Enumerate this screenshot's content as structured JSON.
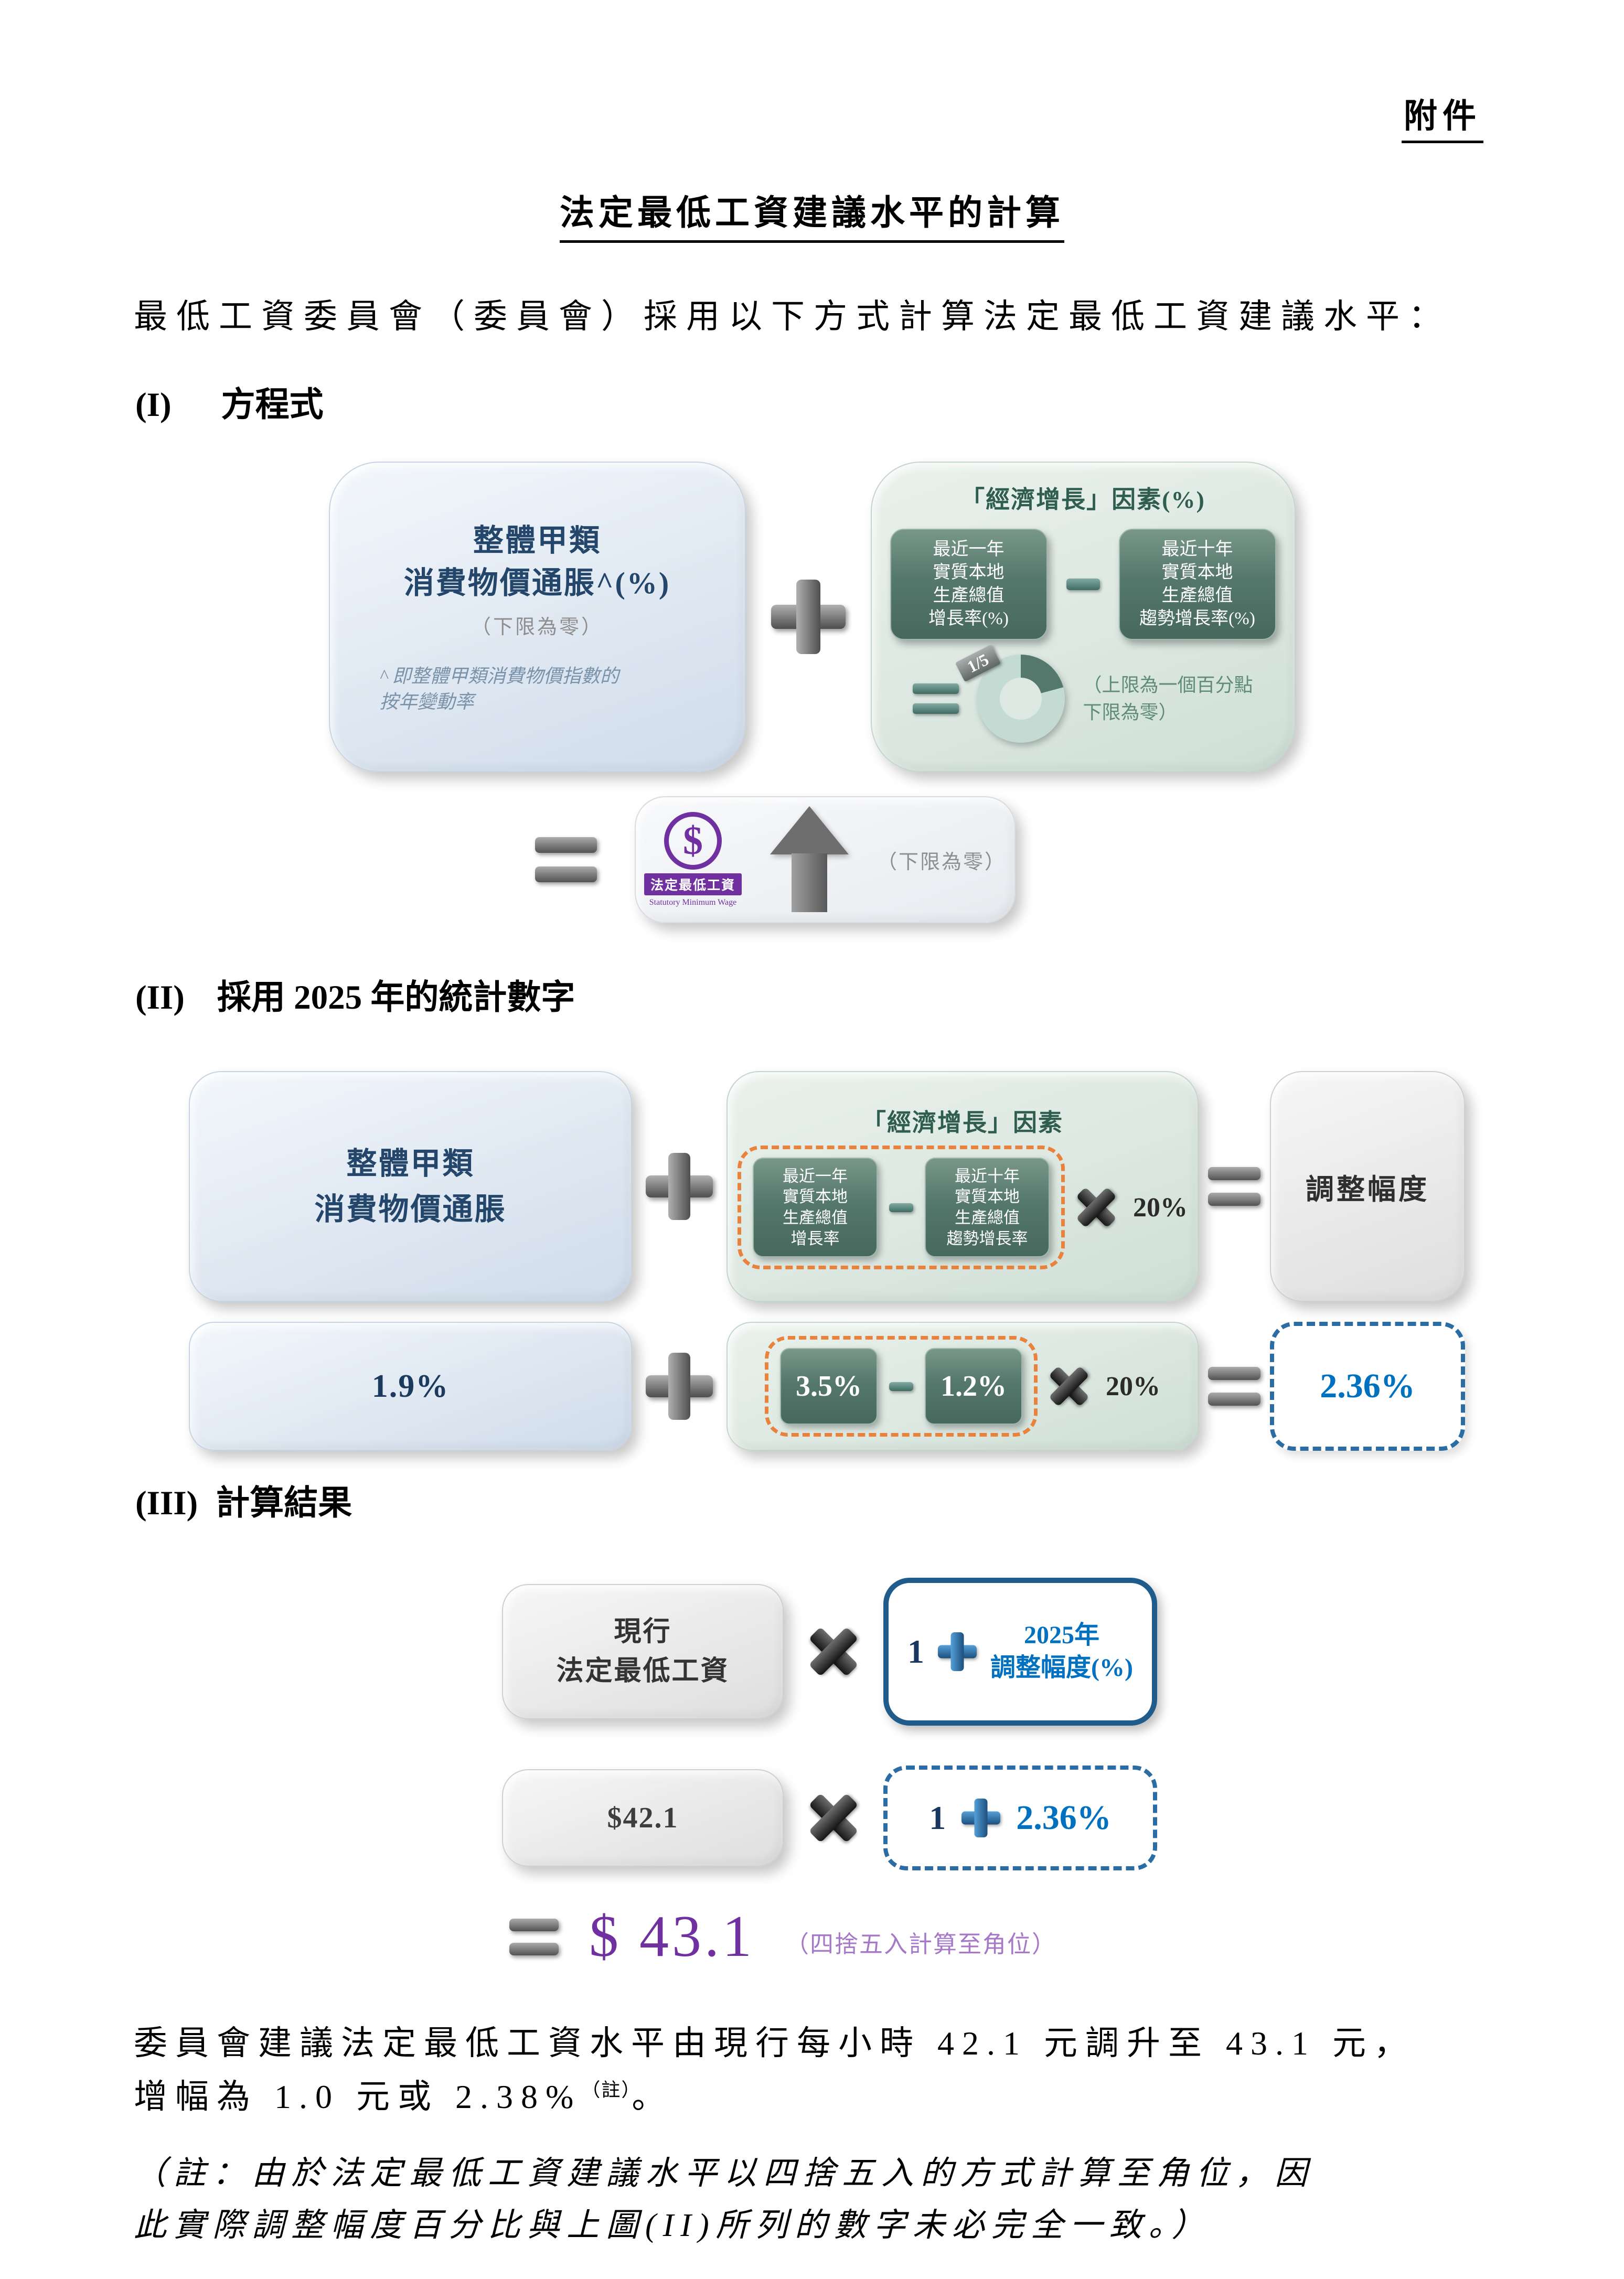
{
  "page": {
    "annex": "附件",
    "title": "法定最低工資建議水平的計算",
    "intro": "最低工資委員會（委員會）採用以下方式計算法定最低工資建議水平："
  },
  "sections": {
    "s1": {
      "num": "(I)",
      "title": "方程式"
    },
    "s2": {
      "num": "(II)",
      "title": "採用 2025 年的統計數字"
    },
    "s3": {
      "num": "(III)",
      "title": "計算結果"
    }
  },
  "d1": {
    "cpi": {
      "main": "整體甲類\n消費物價通脹^(%)",
      "floor": "（下限為零）",
      "footnote": "^ 即整體甲類消費物價指數的\n按年變動率"
    },
    "econ": {
      "title": "「經濟增長」因素(%)",
      "gdp1": "最近一年\n實質本地\n生產總值\n增長率(%)",
      "gdp2": "最近十年\n實質本地\n生產總值\n趨勢增長率(%)",
      "fraction": "1/5",
      "cap": "（上限為一個百分點\n下限為零）"
    },
    "result": {
      "dollar": "$",
      "label": "法定最低工資",
      "label_en": "Statutory Minimum Wage",
      "floor": "（下限為零）"
    }
  },
  "d2": {
    "row1": {
      "cpi": "整體甲類\n消費物價通脹",
      "econ_title": "「經濟增長」因素",
      "gdp1": "最近一年\n實質本地\n生產總值\n增長率",
      "gdp2": "最近十年\n實質本地\n生產總值\n趨勢增長率",
      "multiplier": "20%",
      "result": "調整幅度"
    },
    "row2": {
      "cpi": "1.9%",
      "gdp1": "3.5%",
      "gdp2": "1.2%",
      "multiplier": "20%",
      "result": "2.36%"
    }
  },
  "d3": {
    "row1": {
      "current": "現行\n法定最低工資",
      "one": "1",
      "adj": "2025年\n調整幅度(%)"
    },
    "row2": {
      "current": "$42.1",
      "one": "1",
      "adj": "2.36%"
    },
    "result": {
      "value": "$ 43.1",
      "note": "（四捨五入計算至角位）"
    }
  },
  "outro": {
    "part1": "委員會建議法定最低工資水平由現行每小時 42.1 元調升至 43.1 元，\n增幅為 1.0 元或 2.38%",
    "note_ref": "（註）",
    "part2": "。",
    "note": "（註：由於法定最低工資建議水平以四捨五入的方式計算至角位，因\n此實際調整幅度百分比與上圖(II)所列的數字未必完全一致。）"
  }
}
